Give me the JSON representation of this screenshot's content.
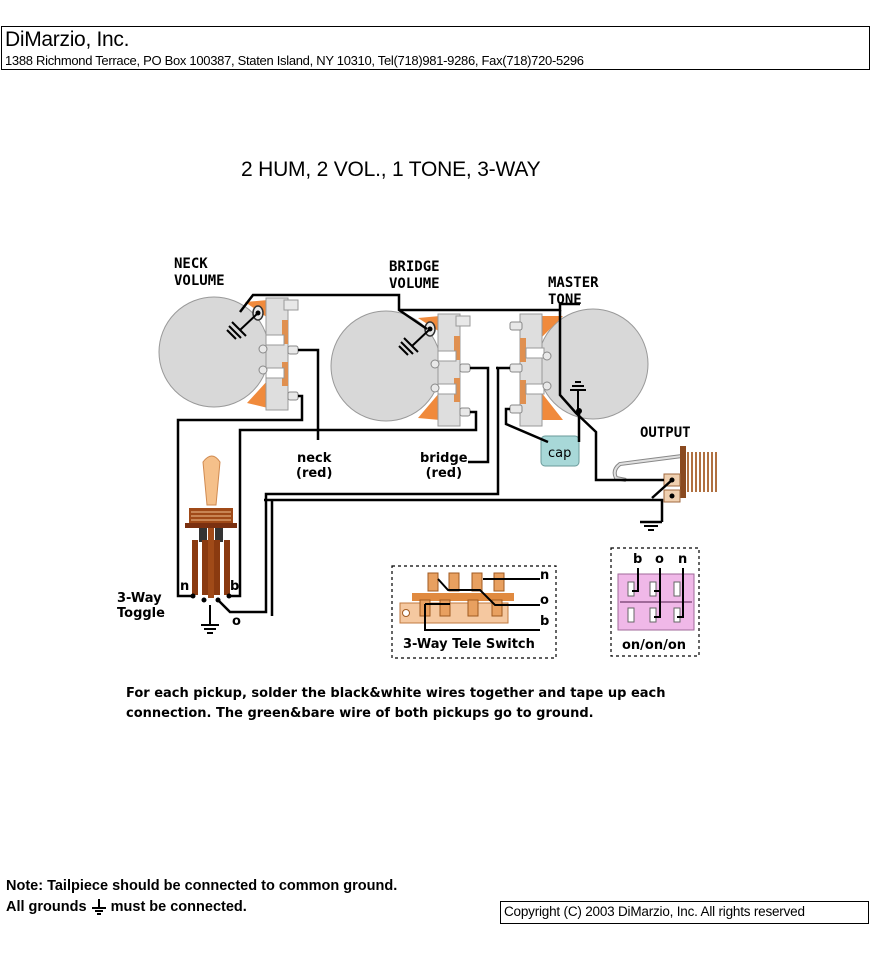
{
  "header": {
    "company": "DiMarzio, Inc.",
    "address": "1388 Richmond Terrace, PO Box 100387, Staten Island, NY 10310, Tel(718)981-9286, Fax(718)720-5296"
  },
  "diagram": {
    "title": "2 HUM, 2 VOL., 1 TONE, 3-WAY",
    "components": {
      "neck_volume": [
        "NECK",
        "VOLUME"
      ],
      "bridge_volume": [
        "BRIDGE",
        "VOLUME"
      ],
      "master_tone": [
        "MASTER",
        "TONE"
      ],
      "output": "OUTPUT",
      "cap": "cap",
      "toggle": [
        "3-Way",
        "Toggle"
      ]
    },
    "wire_labels": {
      "neck": [
        "neck",
        "(red)"
      ],
      "bridge": [
        "bridge",
        "(red)"
      ]
    },
    "toggle_terminals": {
      "n": "n",
      "b": "b",
      "o": "o"
    },
    "tele_switch": {
      "label": "3-Way Tele Switch",
      "terminals": [
        "n",
        "o",
        "b"
      ]
    },
    "on_on_on_switch": {
      "label": "on/on/on",
      "terminals": [
        "b",
        "o",
        "n"
      ]
    },
    "colors": {
      "pot_body": "#d8d8d8",
      "pot_lug": "#e8e8e8",
      "pot_accent": "#f08a3c",
      "cap": "#a8d8d8",
      "toggle_tip": "#f5c08a",
      "toggle_body": "#8a3a10",
      "tele_switch": "#f0a060",
      "on_on_on": "#f0b8e8",
      "wire": "#000000"
    }
  },
  "instructions": [
    "For each pickup, solder the black&white wires together and tape up each",
    "connection. The green&bare wire of both pickups go to ground."
  ],
  "notes": {
    "line1": "Note: Tailpiece should be connected to common ground.",
    "line2_prefix": "All grounds",
    "line2_suffix": "must be connected."
  },
  "copyright": "Copyright (C) 2003 DiMarzio, Inc. All rights reserved"
}
